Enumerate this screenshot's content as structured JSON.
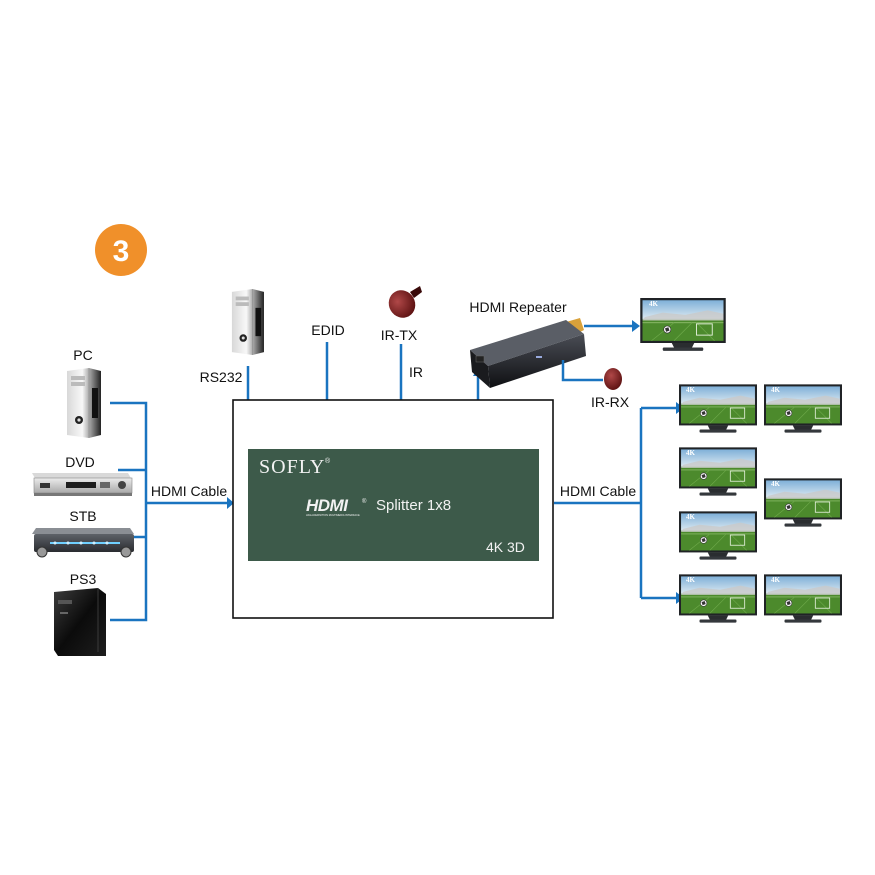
{
  "step_badge": "3",
  "sources": {
    "pc": "PC",
    "dvd": "DVD",
    "stb": "STB",
    "ps3": "PS3"
  },
  "labels": {
    "rs232": "RS232",
    "edid": "EDID",
    "ir_tx": "IR-TX",
    "ir": "IR",
    "hdmi_repeater": "HDMI Repeater",
    "ir_rx": "IR-RX",
    "hdmi_cable_in": "HDMI Cable",
    "hdmi_cable_out": "HDMI Cable"
  },
  "device": {
    "brand": "SOFLY",
    "brand_mark": "®",
    "hdmi_logo": "HDMI",
    "hdmi_mark": "®",
    "hdmi_tagline": "HIGH-DEFINITION MULTIMEDIA INTERFACE",
    "model": "Splitter 1x8",
    "feature": "4K 3D"
  },
  "tv_badge": "4K",
  "colors": {
    "wire": "#1a74c0",
    "badge": "#f0902a",
    "panel": "#3d5a4a"
  }
}
